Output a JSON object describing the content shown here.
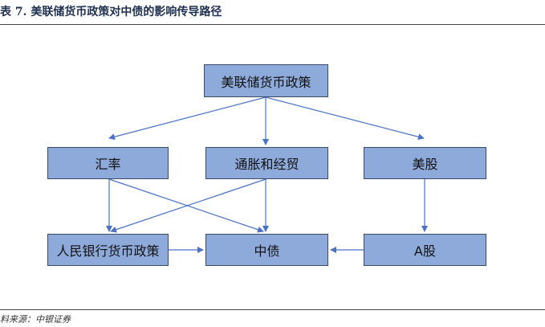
{
  "title": "表 7. 美联储货币政策对中债的影响传导路径",
  "source": "料来源：中银证券",
  "nodes": {
    "root": "美联储货币政策",
    "fx": "汇率",
    "inflation": "通胀和经贸",
    "us_stocks": "美股",
    "pboc": "人民银行货币政策",
    "china_bonds": "中债",
    "a_shares": "A股"
  },
  "colors": {
    "node_fill": "#8eaadb",
    "node_border": "#3b4a66",
    "arrow": "#4a72c4"
  }
}
